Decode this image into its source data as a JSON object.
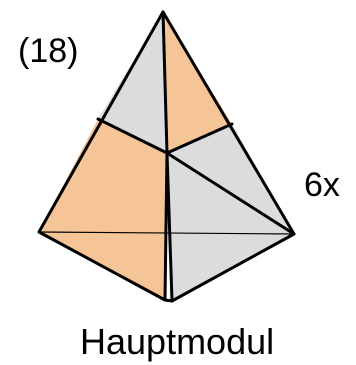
{
  "figure": {
    "number": "(18)",
    "multiplier": "6x",
    "caption": "Hauptmodul"
  },
  "colors": {
    "orange": "#f5c497",
    "gray": "#dcdcde",
    "stroke": "#000000"
  },
  "faces": [
    {
      "name": "face-top-left",
      "color": "gray"
    },
    {
      "name": "face-top-right",
      "color": "orange"
    },
    {
      "name": "face-left-upper",
      "color": "orange"
    },
    {
      "name": "face-left-lower",
      "color": "orange"
    },
    {
      "name": "face-right-upper",
      "color": "gray"
    },
    {
      "name": "face-right-middle",
      "color": "gray"
    },
    {
      "name": "face-right-lower",
      "color": "gray"
    }
  ]
}
